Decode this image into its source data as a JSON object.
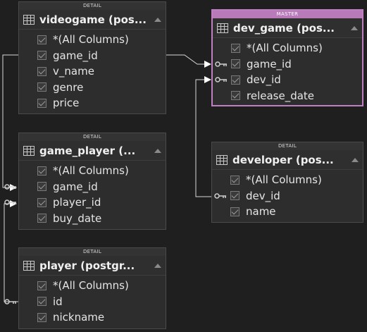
{
  "tables": [
    {
      "id": "videogame",
      "label": "DETAIL",
      "title": "videogame (pos...",
      "rows": [
        {
          "name": "*(All Columns)",
          "key": false
        },
        {
          "name": "game_id",
          "key": false
        },
        {
          "name": "v_name",
          "key": false
        },
        {
          "name": "genre",
          "key": false
        },
        {
          "name": "price",
          "key": false
        }
      ]
    },
    {
      "id": "dev_game",
      "label": "MASTER",
      "title": "dev_game (pos...",
      "rows": [
        {
          "name": "*(All Columns)",
          "key": false
        },
        {
          "name": "game_id",
          "key": true
        },
        {
          "name": "dev_id",
          "key": true
        },
        {
          "name": "release_date",
          "key": false
        }
      ]
    },
    {
      "id": "game_player",
      "label": "DETAIL",
      "title": "game_player (...",
      "rows": [
        {
          "name": "*(All Columns)",
          "key": false
        },
        {
          "name": "game_id",
          "key": true
        },
        {
          "name": "player_id",
          "key": true
        },
        {
          "name": "buy_date",
          "key": false
        }
      ]
    },
    {
      "id": "developer",
      "label": "DETAIL",
      "title": "developer (pos...",
      "rows": [
        {
          "name": "*(All Columns)",
          "key": false
        },
        {
          "name": "dev_id",
          "key": true
        },
        {
          "name": "name",
          "key": false
        }
      ]
    },
    {
      "id": "player",
      "label": "DETAIL",
      "title": "player (postgr...",
      "rows": [
        {
          "name": "*(All Columns)",
          "key": false
        },
        {
          "name": "id",
          "key": true
        },
        {
          "name": "nickname",
          "key": false
        }
      ]
    }
  ],
  "colors": {
    "master_accent": "#c07fc0",
    "link": "#d8d8d8",
    "background": "#1f1f1f"
  }
}
